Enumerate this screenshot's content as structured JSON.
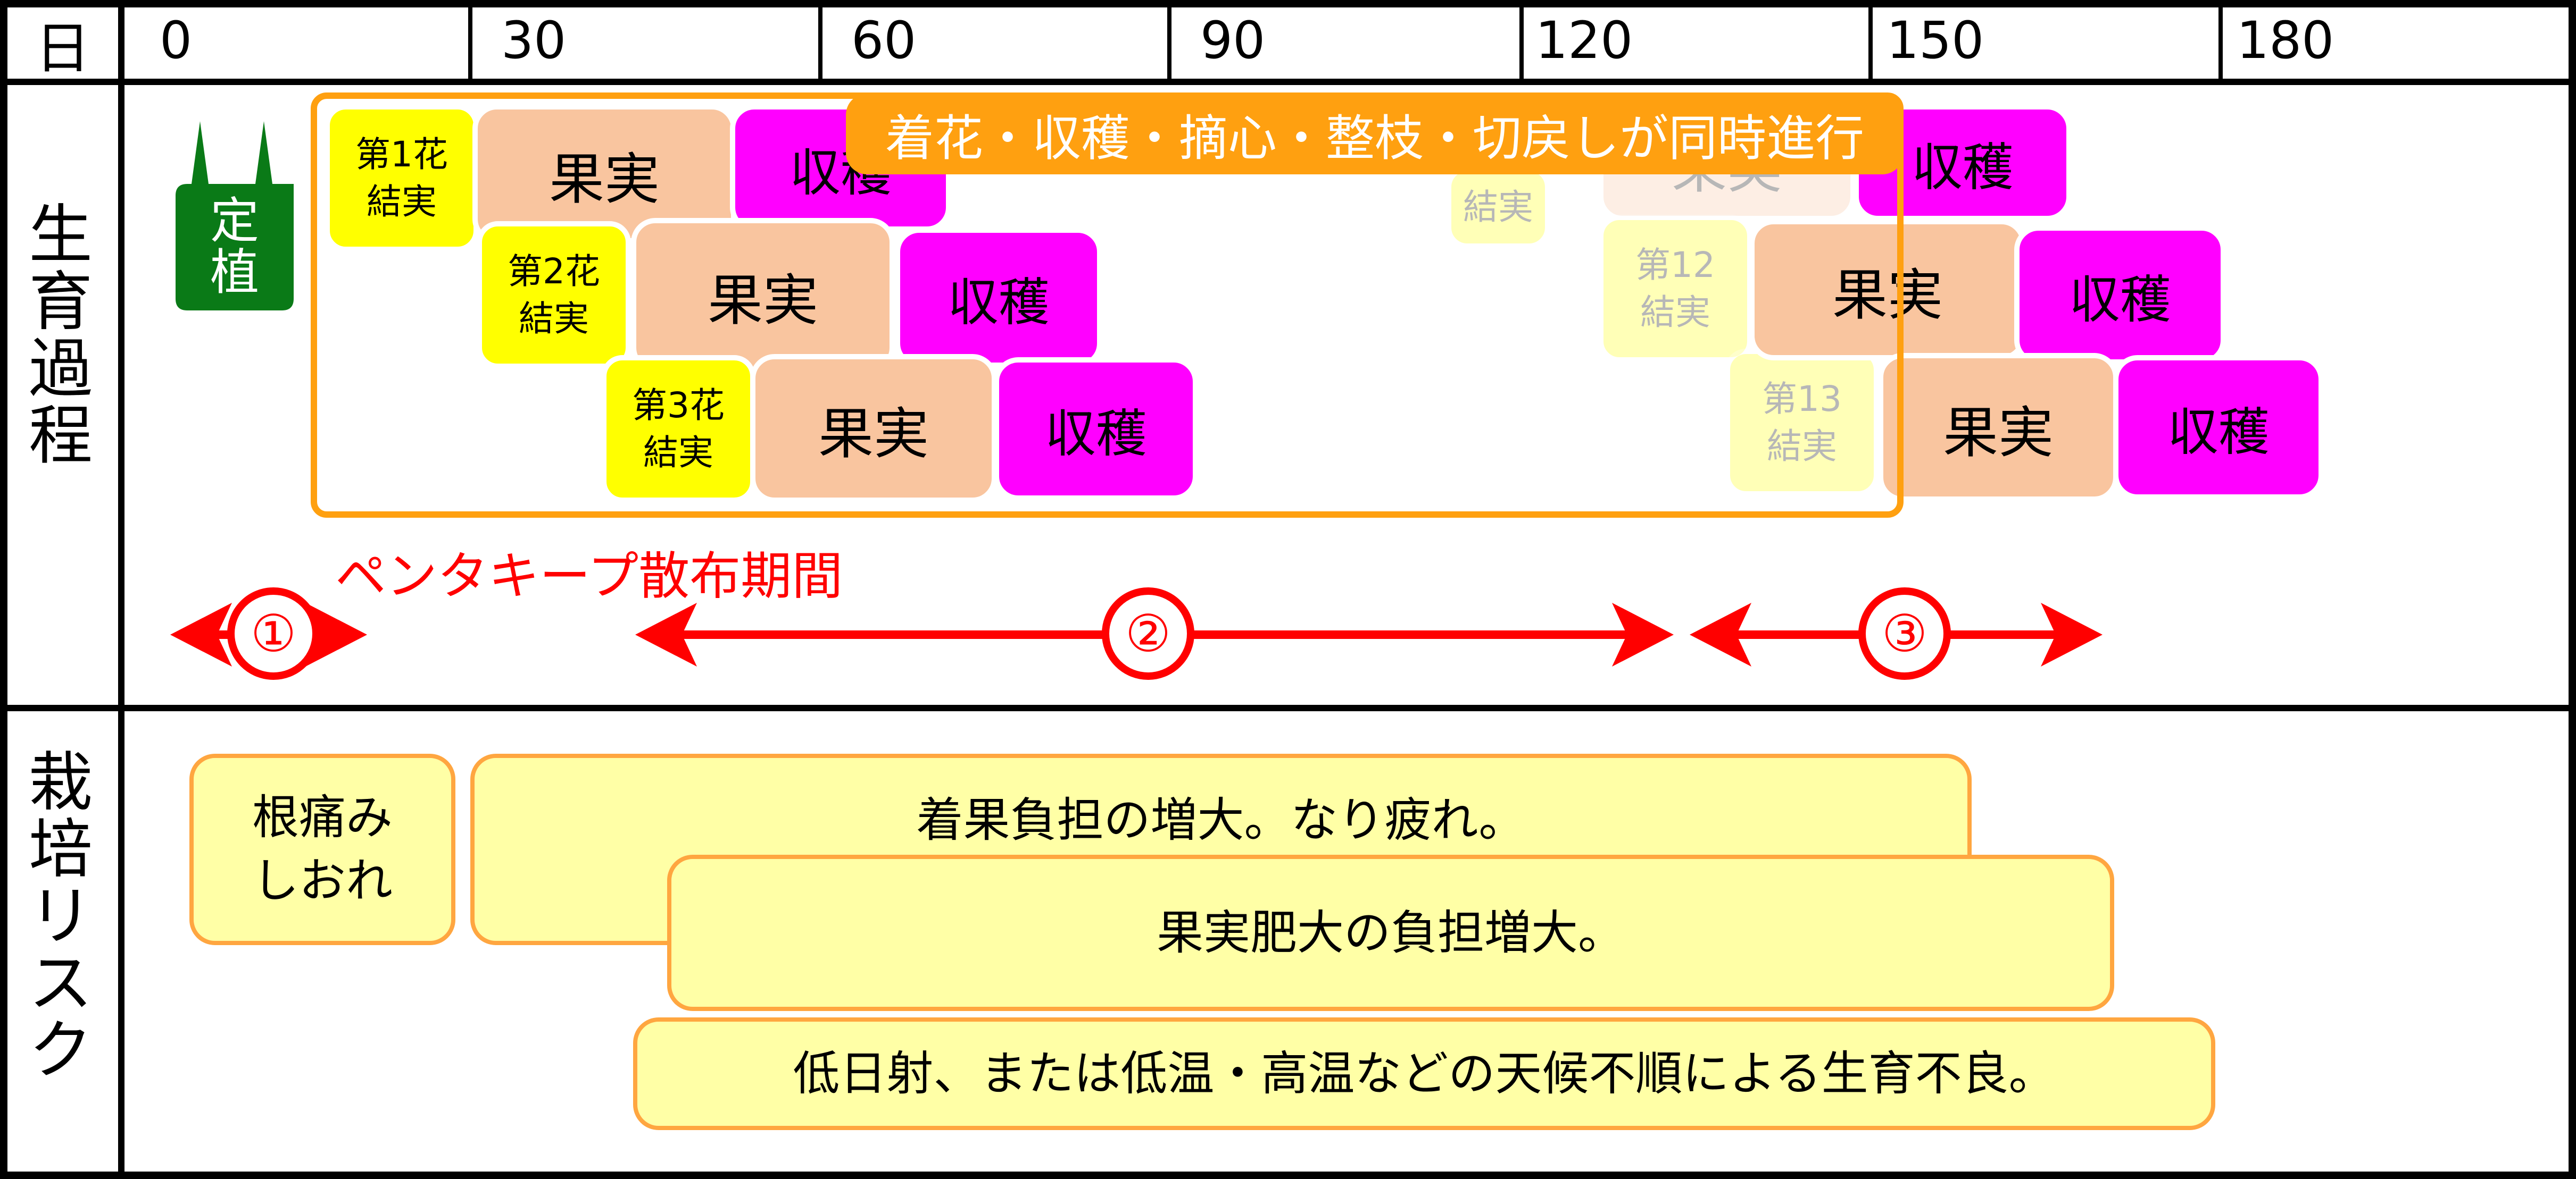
{
  "header": {
    "day_label": "日",
    "ticks": [
      "0",
      "30",
      "60",
      "90",
      "120",
      "150",
      "180"
    ]
  },
  "rows": {
    "growth": "生\n育\n過\n程",
    "risk": "栽\n培\nリ\nス\nク"
  },
  "planting": {
    "label": "定\n植"
  },
  "stages": {
    "flower1": "第1花\n結実",
    "flower2": "第2花\n結実",
    "flower3": "第3花\n結実",
    "flower11": "結実",
    "flower12": "第12\n結実",
    "flower13": "第13\n結実",
    "fruit": "果実",
    "harvest": "収穫"
  },
  "banner": "着花・収穫・摘心・整枝・切戻しが同時進行",
  "spray": {
    "label": "ペンタキープ散布期間",
    "periods": [
      "①",
      "②",
      "③"
    ]
  },
  "risks": {
    "r1": "根痛み\nしおれ",
    "r2": "着果負担の増大。なり疲れ。",
    "r3": "果実肥大の負担増大。",
    "r4": "低日射、または低温・高温などの天候不順による生育不良。"
  },
  "colors": {
    "frame": "#000000",
    "banner": "#ffa010",
    "fruit": "#f9c59f",
    "harvest": "#ff00ff",
    "flower": "#ffff00",
    "planting": "#0a7a17",
    "arrow": "#ff0000",
    "risk_fill": "#ffffa6",
    "risk_border": "#ffa640"
  }
}
